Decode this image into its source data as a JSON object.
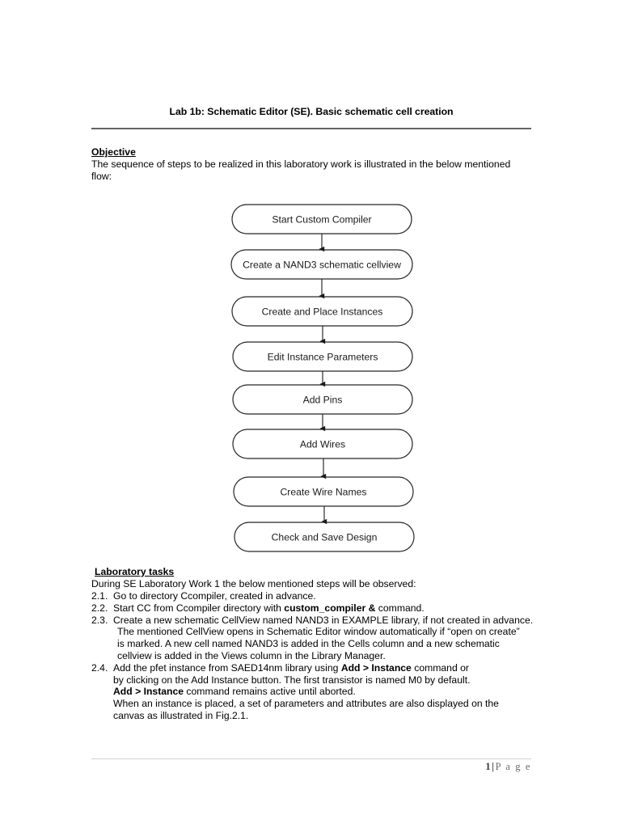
{
  "document": {
    "title": "Lab 1b: Schematic Editor (SE). Basic schematic cell creation",
    "objective": {
      "heading": "Objective",
      "body": "The sequence of steps to be realized in this laboratory work is illustrated in the below mentioned flow:"
    },
    "flowchart": {
      "type": "flowchart",
      "orientation": "vertical",
      "connector": "arrow-down",
      "node_shape": "rounded-rectangle",
      "nodes": [
        "Start Custom Compiler",
        "Create a NAND3 schematic cellview",
        "Create and Place Instances",
        "Edit Instance Parameters",
        "Add Pins",
        "Add Wires",
        "Create Wire Names",
        "Check and Save Design"
      ]
    },
    "laboratory": {
      "heading": "Laboratory tasks",
      "intro": "During SE Laboratory Work 1 the below mentioned steps will be observed:",
      "tasks": [
        {
          "number": "2.1.",
          "lines": [
            [
              {
                "t": "Go to directory Ccompiler, created in advance.",
                "b": false
              }
            ]
          ]
        },
        {
          "number": "2.2.",
          "lines": [
            [
              {
                "t": "Start CC from Ccompiler directory with ",
                "b": false
              },
              {
                "t": "custom_compiler &",
                "b": true
              },
              {
                "t": " command.",
                "b": false
              }
            ]
          ]
        },
        {
          "number": "2.3.",
          "lines": [
            [
              {
                "t": "Create a new schematic CellView named NAND3 in EXAMPLE library, if not created in advance.",
                "b": false
              }
            ],
            [
              {
                "t": "The mentioned CellView opens in Schematic Editor window automatically if “open on create”",
                "b": false
              }
            ],
            [
              {
                "t": "is marked. A new cell named NAND3 is added in the Cells column and a new schematic",
                "b": false
              }
            ],
            [
              {
                "t": "cellview is added in the Views column in the Library Manager.",
                "b": false
              }
            ]
          ]
        },
        {
          "number": "2.4.",
          "lines": [
            [
              {
                "t": "Add the pfet instance from SAED14nm library using ",
                "b": false
              },
              {
                "t": "Add > Instance",
                "b": true
              },
              {
                "t": " command or",
                "b": false
              }
            ],
            [
              {
                "t": "by clicking on the Add Instance button. The first transistor is named M0 by default.",
                "b": false
              }
            ],
            [
              {
                "t": "Add > Instance",
                "b": true
              },
              {
                "t": " command remains active until aborted.",
                "b": false
              }
            ],
            [
              {
                "t": "When an instance is placed, a set of parameters and attributes are also displayed on the",
                "b": false
              }
            ],
            [
              {
                "t": "canvas as illustrated in Fig.2.1.",
                "b": false
              }
            ]
          ]
        }
      ]
    },
    "footer": {
      "page_number": "1",
      "separator": "|",
      "page_label": "P a g e"
    }
  }
}
